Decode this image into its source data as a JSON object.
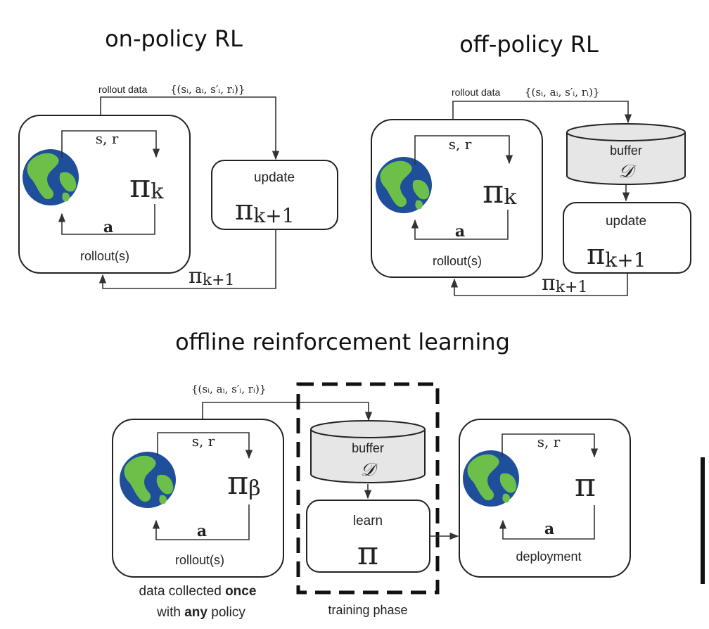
{
  "titles": {
    "on_policy": "on-policy RL",
    "off_policy": "off-policy RL",
    "offline": "offline reinforcement learning"
  },
  "labels": {
    "rollout_data": "rollout data",
    "transition_set": "{(sᵢ, aᵢ, s′ᵢ, rᵢ)}",
    "state_reward": "s, r",
    "action": "a",
    "rollouts": "rollout(s)",
    "update": "update",
    "buffer": "buffer",
    "buffer_symbol": "𝒟",
    "learn": "learn",
    "deployment": "deployment",
    "training_phase": "training phase"
  },
  "policies": {
    "pi": "π",
    "sub_k": "k",
    "sub_k1": "k+1",
    "sub_beta": "β"
  },
  "notes": {
    "collected_prefix": "data collected ",
    "collected_once": "once",
    "with_prefix": "with ",
    "with_any": "any",
    "with_suffix": " policy"
  }
}
